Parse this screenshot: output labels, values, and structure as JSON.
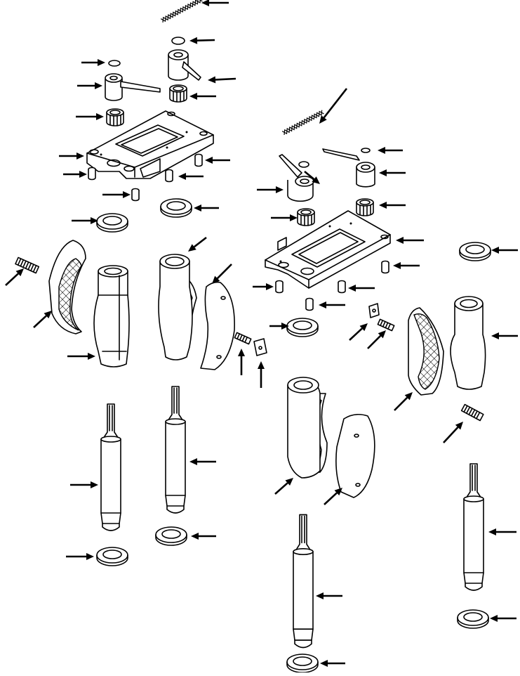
{
  "figure": {
    "style": "line-art exploded parts view",
    "ink_color": "#000000",
    "paper_color": "#ffffff",
    "parts": [
      {
        "id": "spring-top",
        "shape": "coil-spring"
      },
      {
        "id": "snap-ring-top",
        "shape": "ring"
      },
      {
        "id": "lever-arm-sleeve-left",
        "shape": "lever-sleeve"
      },
      {
        "id": "snap-ring-left",
        "shape": "ring"
      },
      {
        "id": "lever-arm-left",
        "shape": "lever-sleeve"
      },
      {
        "id": "needle-bearing-left-a",
        "shape": "bearing"
      },
      {
        "id": "needle-bearing-left-b",
        "shape": "bearing"
      },
      {
        "id": "mounting-plate-left",
        "shape": "plate"
      },
      {
        "id": "dowel-pins-left",
        "shape": "pin"
      },
      {
        "id": "washers-left",
        "shape": "washer"
      },
      {
        "id": "spring-right",
        "shape": "coil-spring"
      },
      {
        "id": "lever-arm-right-a",
        "shape": "lever-sleeve"
      },
      {
        "id": "lever-arm-right-b",
        "shape": "lever-sleeve"
      },
      {
        "id": "mounting-plate-right",
        "shape": "plate"
      },
      {
        "id": "friction-pads",
        "shape": "crosshatched-pad"
      },
      {
        "id": "grip-housings",
        "shape": "housing"
      },
      {
        "id": "set-screws",
        "shape": "threaded-stud"
      },
      {
        "id": "clips",
        "shape": "clip"
      },
      {
        "id": "splined-shafts",
        "shape": "shaft"
      },
      {
        "id": "shaft-washers",
        "shape": "washer"
      }
    ],
    "callout_arrow_count": 46
  }
}
